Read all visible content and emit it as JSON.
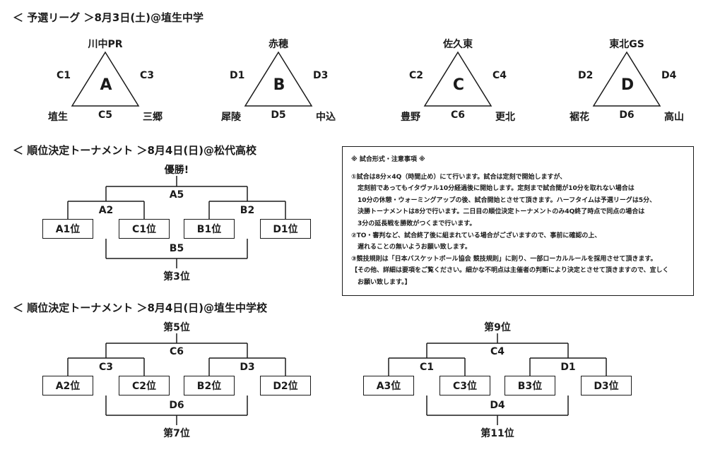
{
  "sections": [
    {
      "title": "＜ 予選リーグ ＞8月3日(土)@埴生中学"
    },
    {
      "title": "＜ 順位決定トーナメント ＞8月4日(日)@松代高校"
    },
    {
      "title": "＜ 順位決定トーナメント ＞8月4日(日)@埴生中学校"
    }
  ],
  "leagues": [
    {
      "letter": "A",
      "top": "川中PR",
      "left_game": "C1",
      "right_game": "C3",
      "bottom_left": "埴生",
      "bottom_game": "C5",
      "bottom_right": "三郷"
    },
    {
      "letter": "B",
      "top": "赤穂",
      "left_game": "D1",
      "right_game": "D3",
      "bottom_left": "犀陵",
      "bottom_game": "D5",
      "bottom_right": "中込"
    },
    {
      "letter": "C",
      "top": "佐久東",
      "left_game": "C2",
      "right_game": "C4",
      "bottom_left": "豊野",
      "bottom_game": "C6",
      "bottom_right": "更北"
    },
    {
      "letter": "D",
      "top": "東北GS",
      "left_game": "D2",
      "right_game": "D4",
      "bottom_left": "裾花",
      "bottom_game": "D6",
      "bottom_right": "高山"
    }
  ],
  "brackets": [
    {
      "top_label": "優勝!",
      "final": "A5",
      "semi_left": "A2",
      "semi_right": "B2",
      "teams": [
        "A1位",
        "C1位",
        "B1位",
        "D1位"
      ],
      "third_game": "B5",
      "bottom_label": "第3位"
    },
    {
      "top_label": "第5位",
      "final": "C6",
      "semi_left": "C3",
      "semi_right": "D3",
      "teams": [
        "A2位",
        "C2位",
        "B2位",
        "D2位"
      ],
      "third_game": "D6",
      "bottom_label": "第7位"
    },
    {
      "top_label": "第9位",
      "final": "C4",
      "semi_left": "C1",
      "semi_right": "D1",
      "teams": [
        "A3位",
        "C3位",
        "B3位",
        "D3位"
      ],
      "third_game": "D4",
      "bottom_label": "第11位"
    }
  ],
  "notes": {
    "title": "※ 試合形式・注意事項 ※",
    "lines": [
      "①試合は8分×4Q（時間止め）にて行います。試合は定刻で開始しますが、",
      "　定刻前であってもイタヴァル10分経過後に開始します。定刻まで試合間が10分を取れない場合は",
      "　10分の休憩・ウォーミングアップの後、試合開始とさせて頂きます。ハーフタイムは予選リーグは5分、",
      "　決勝トーナメントは8分で行います。二日目の順位決定トーナメントのみ4Q終了時点で同点の場合は",
      "　3分の延長戦を勝敗がつくまで行います。",
      "②TO・審判など、試合終了後に組まれている場合がございますので、事前に確認の上、",
      "　遅れることの無いようお願い致します。",
      "③競技規則は「日本バスケットボール協会 競技規則」に則り、一部ローカルルールを採用させて頂きます。",
      "【その他、詳細は要項をご覧ください。細かな不明点は主催者の判断により決定とさせて頂きますので、宜しく",
      "　お願い致します。】"
    ]
  }
}
